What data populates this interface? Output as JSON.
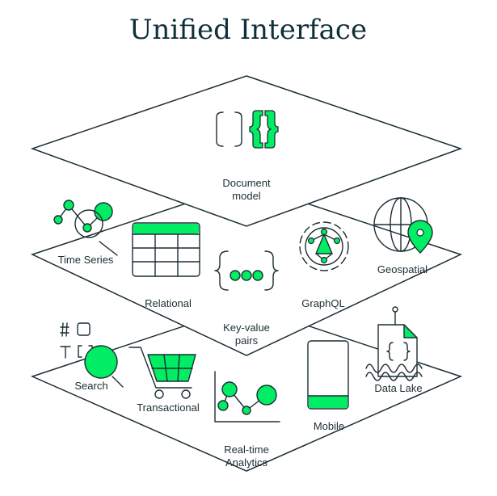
{
  "title": "Unified Interface",
  "colors": {
    "accent": "#00ed64",
    "ink": "#1c2d33",
    "title": "#0f2f3a"
  },
  "labels": {
    "document_model": [
      "Document",
      "model"
    ],
    "time_series": "Time Series",
    "relational": "Relational",
    "key_value": [
      "Key-value",
      "pairs"
    ],
    "graphql": "GraphQL",
    "geospatial": "Geospatial",
    "search": "Search",
    "transactional": "Transactional",
    "real_time": [
      "Real-time",
      "Analytics"
    ],
    "mobile": "Mobile",
    "data_lake": "Data Lake"
  },
  "icons": {
    "document_model": "brackets-braces-icon",
    "time_series": "connected-nodes-magnifier-icon",
    "relational": "table-grid-icon",
    "key_value": "braces-dots-icon",
    "graphql": "gear-graph-icon",
    "geospatial": "globe-pin-icon",
    "search": "hash-magnifier-icon",
    "transactional": "shopping-cart-icon",
    "real_time": "line-chart-icon",
    "mobile": "phone-icon",
    "data_lake": "document-waves-icon"
  }
}
